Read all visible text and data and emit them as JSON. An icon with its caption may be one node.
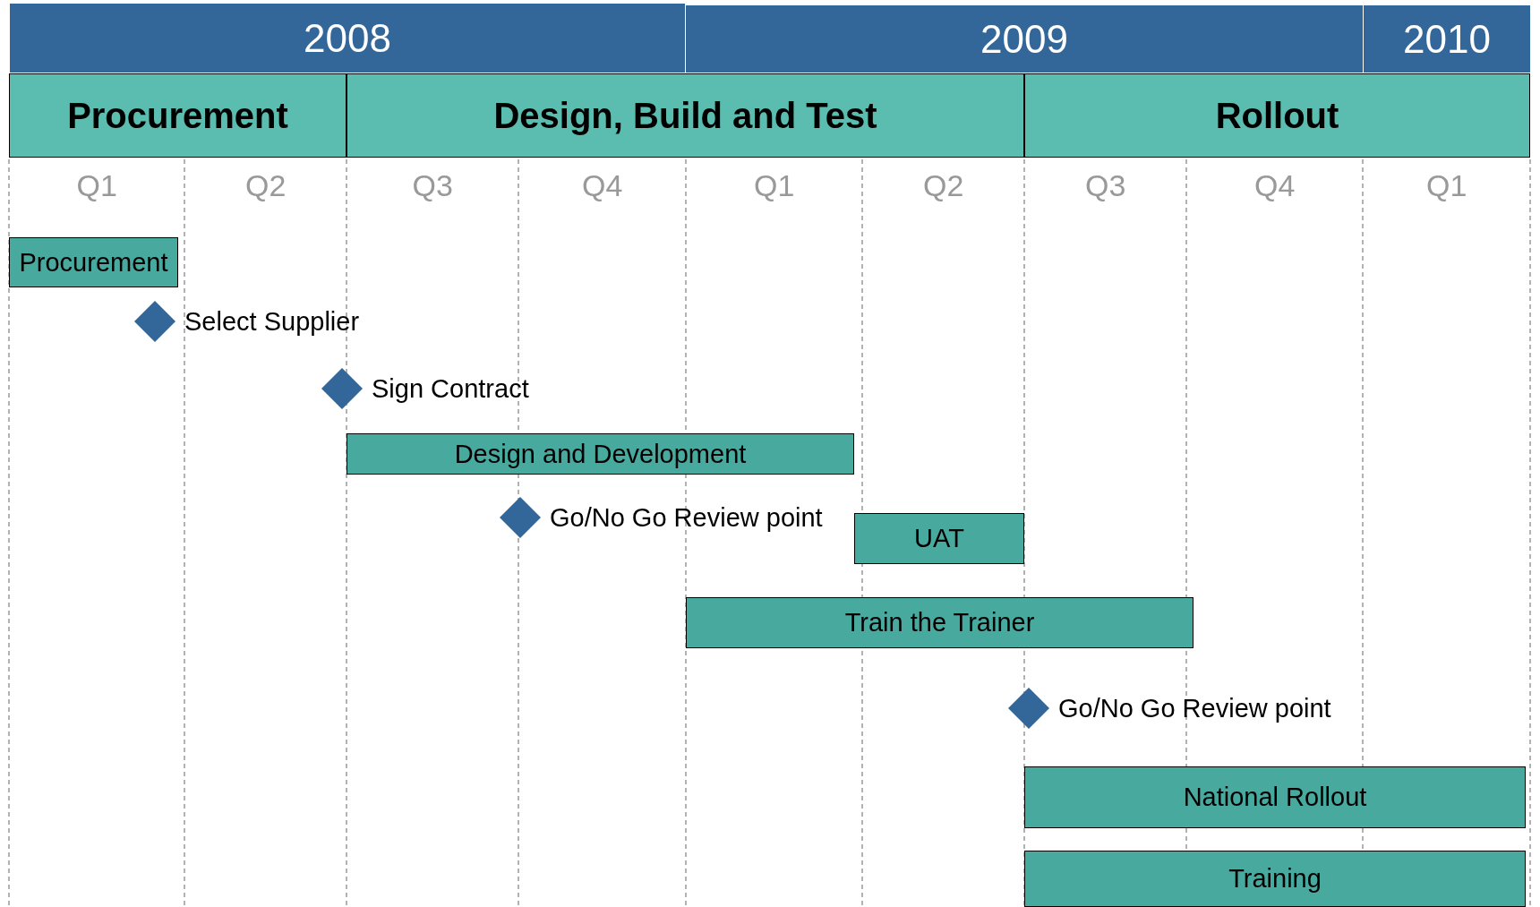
{
  "diagram": {
    "nodes": [
      {
        "text": [
          "2008"
        ]
      },
      {
        "text": [
          "2009"
        ]
      },
      {
        "text": [
          "2010"
        ]
      },
      {
        "text": [
          "Procurement"
        ]
      },
      {
        "text": [
          "Design, Build and Test"
        ]
      },
      {
        "text": [
          "Rollout"
        ]
      },
      {
        "text": [
          "Procurement"
        ]
      },
      {
        "text": [],
        "shape": "diamond",
        "beside": [
          "Select Supplier"
        ]
      },
      {
        "text": [],
        "shape": "diamond",
        "beside": [
          "Sign Contract"
        ]
      },
      {
        "text": [
          "Design and Development"
        ]
      },
      {
        "text": [],
        "shape": "diamond",
        "beside": [
          "Go/No Go Review point"
        ]
      },
      {
        "text": [
          "UAT"
        ]
      },
      {
        "text": [
          "Train the Trainer"
        ]
      },
      {
        "text": [],
        "shape": "diamond",
        "beside": [
          "Go/No Go Review point"
        ]
      },
      {
        "text": [
          "National Rollout"
        ]
      },
      {
        "text": [
          "Training"
        ]
      }
    ],
    "labels": [
      "Q1",
      "Q2",
      "Q3",
      "Q4",
      "Q1",
      "Q2",
      "Q3",
      "Q4",
      "Q1"
    ]
  }
}
